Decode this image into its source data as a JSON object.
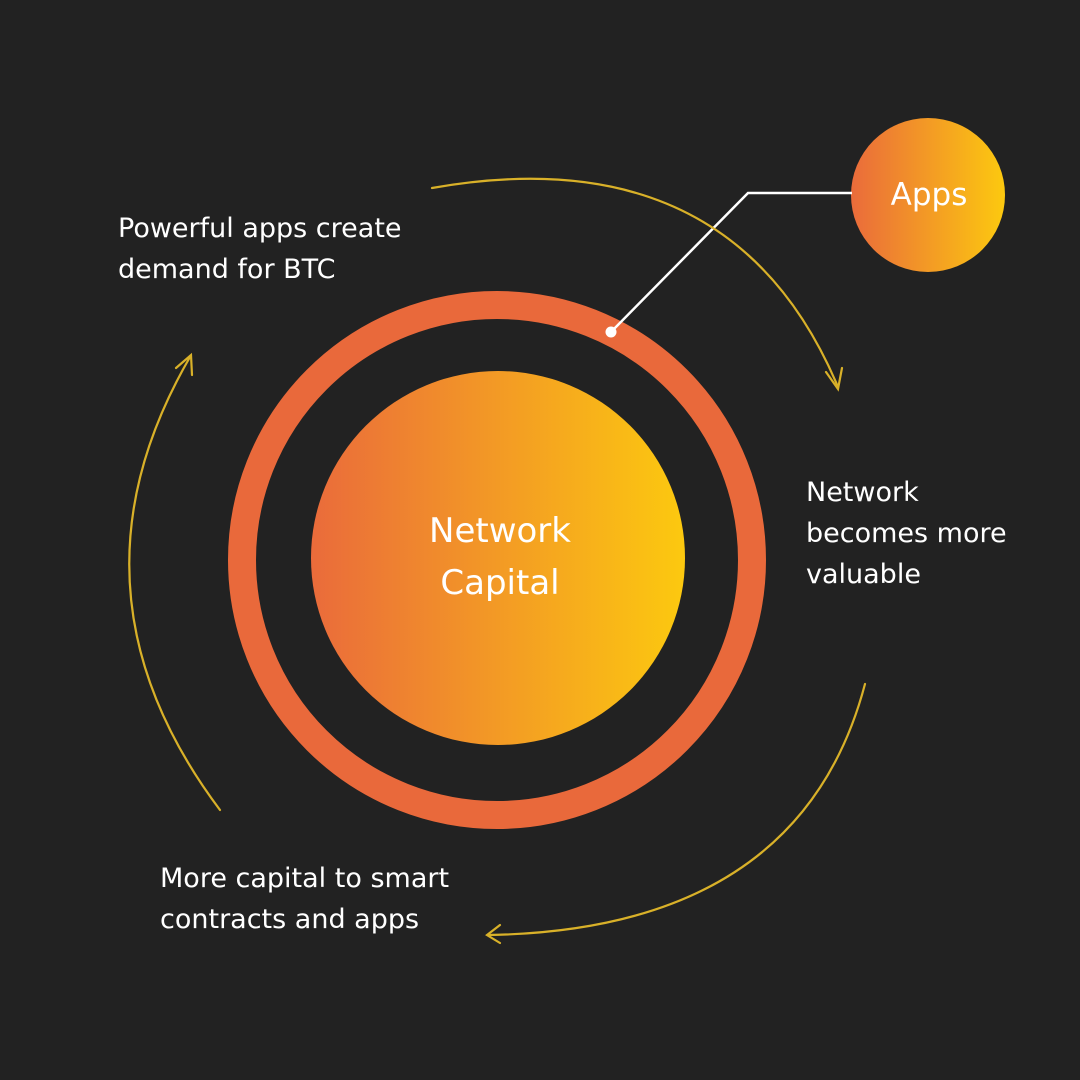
{
  "center": {
    "line1": "Network",
    "line2": "Capital"
  },
  "apps": {
    "label": "Apps"
  },
  "captions": {
    "top": [
      "Powerful apps create",
      "demand for BTC"
    ],
    "right": [
      "Network",
      "becomes more",
      "valuable"
    ],
    "bottom": [
      "More capital to smart",
      "contracts and apps"
    ]
  },
  "colors": {
    "background": "#222222",
    "ring": "#e9693b",
    "gradient_start": "#ea6b3b",
    "gradient_end": "#fcc90f",
    "cycle_arrow": "#d9b129",
    "connector": "#ffffff",
    "text": "#ffffff"
  }
}
